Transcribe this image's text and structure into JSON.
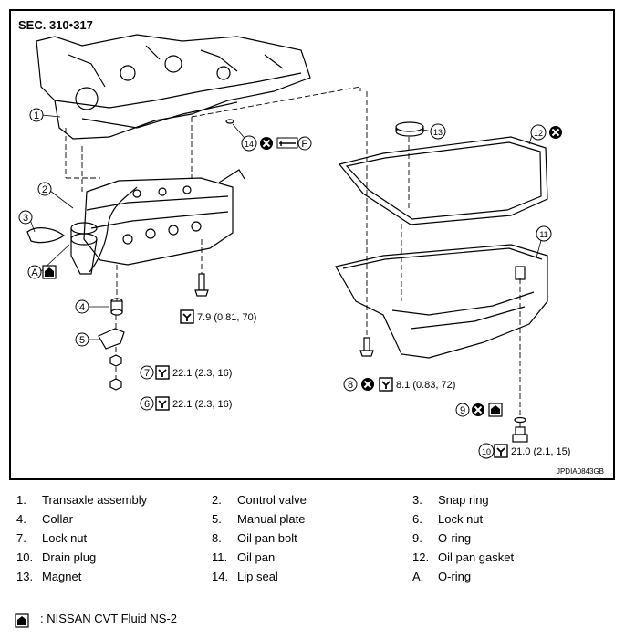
{
  "section_label": "SEC. 310•317",
  "ref_code": "JPDIA0843GB",
  "callouts": {
    "c1": "1",
    "c2": "2",
    "c3": "3",
    "c4": "4",
    "c5": "5",
    "c6": "6",
    "c7": "7",
    "c8": "8",
    "c9": "9",
    "c10": "10",
    "c11": "11",
    "c12": "12",
    "c13": "13",
    "c14": "14",
    "cA": "A",
    "cP": "P"
  },
  "torques": {
    "t4": "7.9 (0.81, 70)",
    "t7": "22.1 (2.3, 16)",
    "t6": "22.1 (2.3, 16)",
    "t8": "8.1 (0.83, 72)",
    "t10": "21.0 (2.1, 15)"
  },
  "legend": {
    "items": [
      {
        "num": "1.",
        "text": "Transaxle assembly"
      },
      {
        "num": "2.",
        "text": "Control valve"
      },
      {
        "num": "3.",
        "text": "Snap ring"
      },
      {
        "num": "4.",
        "text": "Collar"
      },
      {
        "num": "5.",
        "text": "Manual plate"
      },
      {
        "num": "6.",
        "text": "Lock nut"
      },
      {
        "num": "7.",
        "text": "Lock nut"
      },
      {
        "num": "8.",
        "text": "Oil pan bolt"
      },
      {
        "num": "9.",
        "text": "O-ring"
      },
      {
        "num": "10.",
        "text": "Drain plug"
      },
      {
        "num": "11.",
        "text": "Oil pan"
      },
      {
        "num": "12.",
        "text": "Oil pan gasket"
      },
      {
        "num": "13.",
        "text": "Magnet"
      },
      {
        "num": "14.",
        "text": "Lip seal"
      },
      {
        "num": "A.",
        "text": "O-ring"
      }
    ],
    "fluid_note": ": NISSAN CVT Fluid NS-2"
  }
}
